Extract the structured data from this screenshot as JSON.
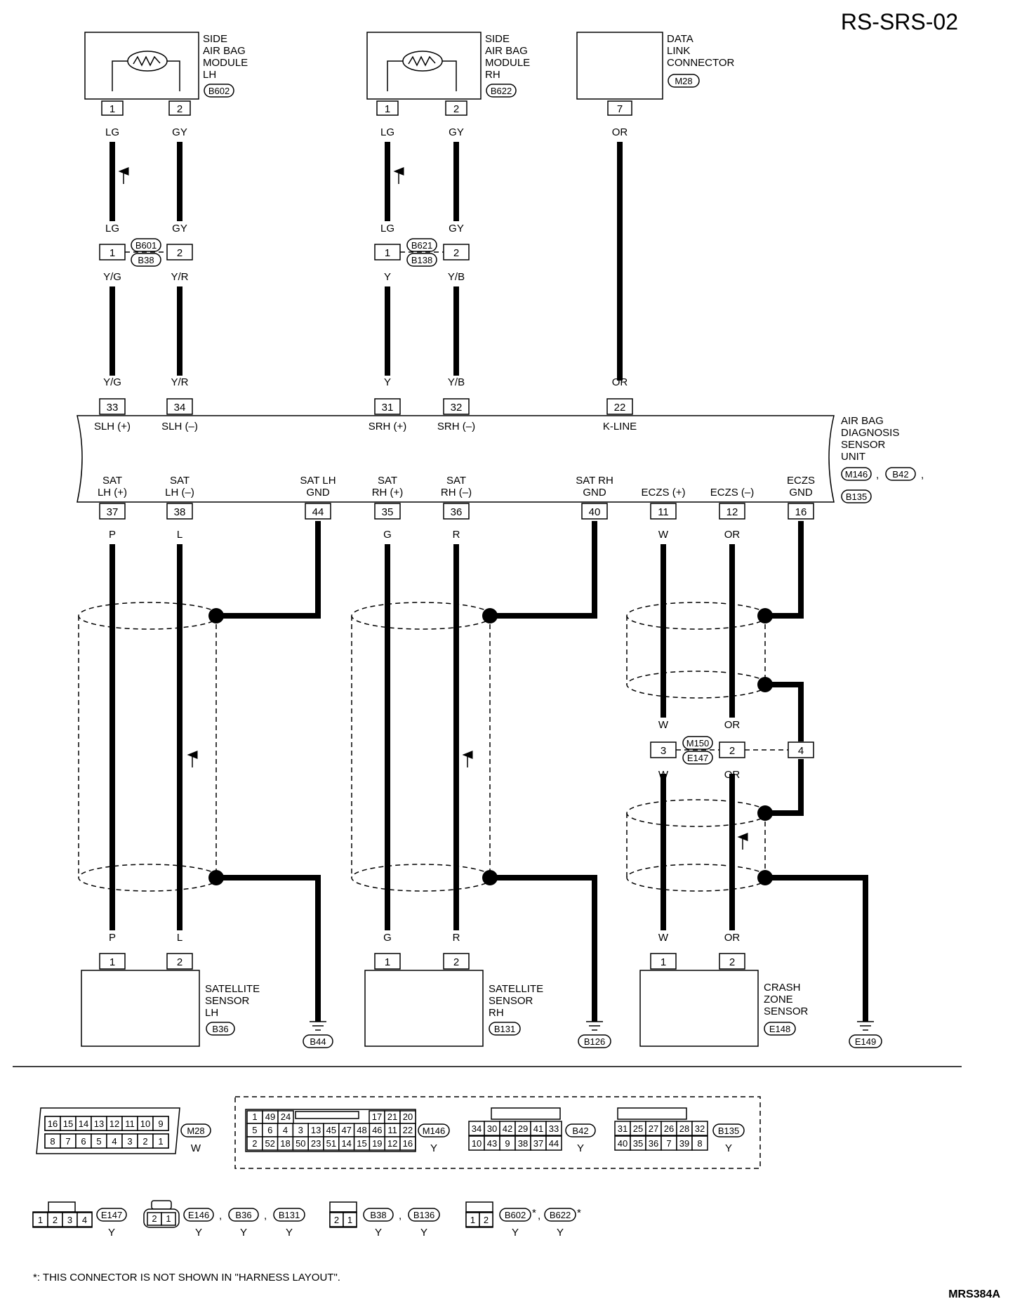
{
  "page_id": "RS-SRS-02",
  "footer_code": "MRS384A",
  "footnote": "*: THIS CONNECTOR IS NOT SHOWN IN \"HARNESS LAYOUT\".",
  "components": {
    "side_airbag_lh": {
      "label": [
        "SIDE",
        "AIR BAG",
        "MODULE",
        "LH"
      ],
      "conn": "B602",
      "pins": [
        "1",
        "2"
      ],
      "wires": [
        "LG",
        "GY"
      ]
    },
    "side_airbag_rh": {
      "label": [
        "SIDE",
        "AIR BAG",
        "MODULE",
        "RH"
      ],
      "conn": "B622",
      "pins": [
        "1",
        "2"
      ],
      "wires": [
        "LG",
        "GY"
      ]
    },
    "data_link": {
      "label": [
        "DATA",
        "LINK",
        "CONNECTOR"
      ],
      "conn": "M28",
      "pin": "7",
      "wire": "OR"
    },
    "jc_lh": {
      "top": "B601",
      "bottom": "B38",
      "pins": [
        "1",
        "2"
      ],
      "top_wires": [
        "LG",
        "GY"
      ],
      "bottom_wires": [
        "Y/G",
        "Y/R"
      ]
    },
    "jc_rh": {
      "top": "B621",
      "bottom": "B138",
      "pins": [
        "1",
        "2"
      ],
      "top_wires": [
        "LG",
        "GY"
      ],
      "bottom_wires": [
        "Y",
        "Y/B"
      ]
    },
    "unit": {
      "label": [
        "AIR BAG",
        "DIAGNOSIS",
        "SENSOR",
        "UNIT"
      ],
      "conns": [
        "M146",
        "B42",
        "B135"
      ],
      "top_pins": [
        {
          "num": "33",
          "name": "SLH (+)",
          "wire": "Y/G"
        },
        {
          "num": "34",
          "name": "SLH (–)",
          "wire": "Y/R"
        },
        {
          "num": "31",
          "name": "SRH (+)",
          "wire": "Y"
        },
        {
          "num": "32",
          "name": "SRH (–)",
          "wire": "Y/B"
        },
        {
          "num": "22",
          "name": "K-LINE",
          "wire": "OR"
        }
      ],
      "bottom_pins": [
        {
          "num": "37",
          "name1": "SAT",
          "name2": "LH (+)",
          "wire": "P"
        },
        {
          "num": "38",
          "name1": "SAT",
          "name2": "LH (–)",
          "wire": "L"
        },
        {
          "num": "44",
          "name1": "SAT LH",
          "name2": "GND",
          "wire": ""
        },
        {
          "num": "35",
          "name1": "SAT",
          "name2": "RH (+)",
          "wire": "G"
        },
        {
          "num": "36",
          "name1": "SAT",
          "name2": "RH (–)",
          "wire": "R"
        },
        {
          "num": "40",
          "name1": "SAT RH",
          "name2": "GND",
          "wire": ""
        },
        {
          "num": "11",
          "name1": "",
          "name2": "ECZS (+)",
          "wire": "W"
        },
        {
          "num": "12",
          "name1": "",
          "name2": "ECZS (–)",
          "wire": "OR"
        },
        {
          "num": "16",
          "name1": "ECZS",
          "name2": "GND",
          "wire": ""
        }
      ]
    },
    "jc_eczs": {
      "top": "M150",
      "bottom": "E147",
      "pins": [
        "3",
        "2",
        "4"
      ],
      "top_wires": [
        "W",
        "OR"
      ],
      "bottom_wires": [
        "W",
        "OR"
      ]
    },
    "sat_lh": {
      "label": [
        "SATELLITE",
        "SENSOR",
        "LH"
      ],
      "conn": "B36",
      "pins": [
        "1",
        "2"
      ],
      "wires": [
        "P",
        "L"
      ],
      "ground": "B44"
    },
    "sat_rh": {
      "label": [
        "SATELLITE",
        "SENSOR",
        "RH"
      ],
      "conn": "B131",
      "pins": [
        "1",
        "2"
      ],
      "wires": [
        "G",
        "R"
      ],
      "ground": "B126"
    },
    "crash": {
      "label": [
        "CRASH",
        "ZONE",
        "SENSOR"
      ],
      "conn": "E148",
      "pins": [
        "1",
        "2"
      ],
      "wires": [
        "W",
        "OR"
      ],
      "ground": "E149"
    }
  },
  "connector_views": {
    "m28": {
      "top": [
        "16",
        "15",
        "14",
        "13",
        "12",
        "11",
        "10",
        "9"
      ],
      "bottom": [
        "8",
        "7",
        "6",
        "5",
        "4",
        "3",
        "2",
        "1"
      ],
      "id": "M28",
      "color": "W"
    },
    "m146": {
      "rows": [
        [
          "1",
          "49",
          "24",
          "",
          "",
          "17",
          "21",
          "20"
        ],
        [
          "5",
          "6",
          "4",
          "3",
          "13",
          "45",
          "47",
          "48",
          "46",
          "11",
          "22"
        ],
        [
          "2",
          "52",
          "18",
          "50",
          "23",
          "51",
          "14",
          "15",
          "19",
          "12",
          "16"
        ]
      ],
      "id": "M146",
      "color": "Y"
    },
    "b42": {
      "rows": [
        [
          "34",
          "30",
          "42",
          "29",
          "41",
          "33"
        ],
        [
          "10",
          "43",
          "9",
          "38",
          "37",
          "44"
        ]
      ],
      "id": "B42",
      "color": "Y"
    },
    "b135": {
      "rows": [
        [
          "31",
          "25",
          "27",
          "26",
          "28",
          "32"
        ],
        [
          "40",
          "35",
          "36",
          "7",
          "39",
          "8"
        ]
      ],
      "id": "B135",
      "color": "Y"
    },
    "e147": {
      "pins": [
        "1",
        "2",
        "3",
        "4"
      ],
      "id": "E147",
      "color": "Y"
    },
    "e146": {
      "pins": [
        "2",
        "1"
      ],
      "ids": [
        "E146",
        "B36",
        "B131"
      ],
      "colors": [
        "Y",
        "Y",
        "Y"
      ]
    },
    "b38": {
      "pins": [
        "2",
        "1"
      ],
      "ids": [
        "B38",
        "B136"
      ],
      "colors": [
        "Y",
        "Y"
      ]
    },
    "b602": {
      "pins": [
        "1",
        "2"
      ],
      "ids": [
        "B602",
        "B622"
      ],
      "stars": [
        "*",
        "*"
      ],
      "colors": [
        "Y",
        "Y"
      ]
    }
  }
}
